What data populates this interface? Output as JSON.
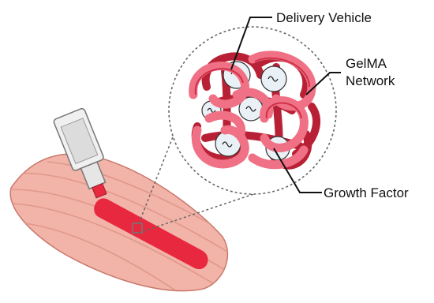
{
  "labels": {
    "delivery_vehicle": "Delivery Vehicle",
    "gelma_line1": "GelMA",
    "gelma_line2": "Network",
    "growth_factor": "Growth Factor"
  },
  "colors": {
    "muscle_fill": "#f2b3a8",
    "muscle_stripe": "#d98c80",
    "injection": "#e8283f",
    "gel_light": "#f07185",
    "gel_dark": "#b82135",
    "vehicle": "#e9f0f6",
    "syringe": "#eeeeee"
  },
  "icons": {
    "muscle": "muscle-tissue-icon",
    "syringe": "syringe-icon",
    "hydrogel": "gelma-hydrogel-icon"
  }
}
